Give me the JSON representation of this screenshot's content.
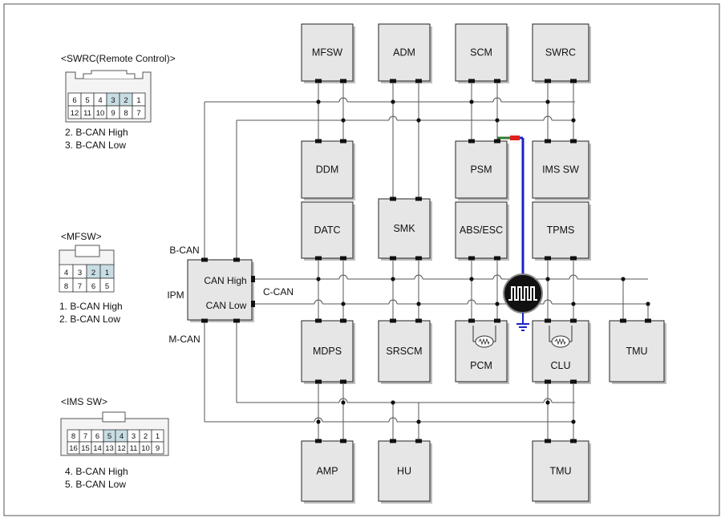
{
  "modules": {
    "mfsw": "MFSW",
    "adm": "ADM",
    "scm": "SCM",
    "swrc": "SWRC",
    "ddm": "DDM",
    "psm": "PSM",
    "ims_sw": "IMS SW",
    "datc": "DATC",
    "smk": "SMK",
    "abs_esc": "ABS/ESC",
    "tpms": "TPMS",
    "mdps": "MDPS",
    "srscm": "SRSCM",
    "pcm": "PCM",
    "clu": "CLU",
    "tmu_right": "TMU",
    "amp": "AMP",
    "hu": "HU",
    "tmu_bottom": "TMU"
  },
  "ipm": {
    "label": "IPM",
    "can_high": "CAN High",
    "can_low": "CAN Low",
    "b_can": "B-CAN",
    "c_can": "C-CAN",
    "m_can": "M-CAN"
  },
  "connectors": {
    "swrc": {
      "title": "<SWRC(Remote Control)>",
      "top_pins": [
        "6",
        "5",
        "4",
        "3",
        "2",
        "1"
      ],
      "bottom_pins": [
        "12",
        "11",
        "10",
        "9",
        "8",
        "7"
      ],
      "notes": [
        "2. B-CAN High",
        "3. B-CAN Low"
      ]
    },
    "mfsw": {
      "title": "<MFSW>",
      "top_pins": [
        "4",
        "3",
        "2",
        "1"
      ],
      "bottom_pins": [
        "8",
        "7",
        "6",
        "5"
      ],
      "notes": [
        "1. B-CAN High",
        "2. B-CAN Low"
      ]
    },
    "ims_sw": {
      "title": "<IMS SW>",
      "top_pins": [
        "8",
        "7",
        "6",
        "5",
        "4",
        "3",
        "2",
        "1"
      ],
      "bottom_pins": [
        "16",
        "15",
        "14",
        "13",
        "12",
        "11",
        "10",
        "9"
      ],
      "notes": [
        "4. B-CAN High",
        "5. B-CAN Low"
      ]
    }
  },
  "colors": {
    "module_fill": "#e6e6e6",
    "border": "#222222",
    "wire": "#555555",
    "highlight_pin": "#c7dde3",
    "psm_text": "#2e7d32",
    "probe_blue": "#1a24c8",
    "probe_red": "#e02020"
  }
}
